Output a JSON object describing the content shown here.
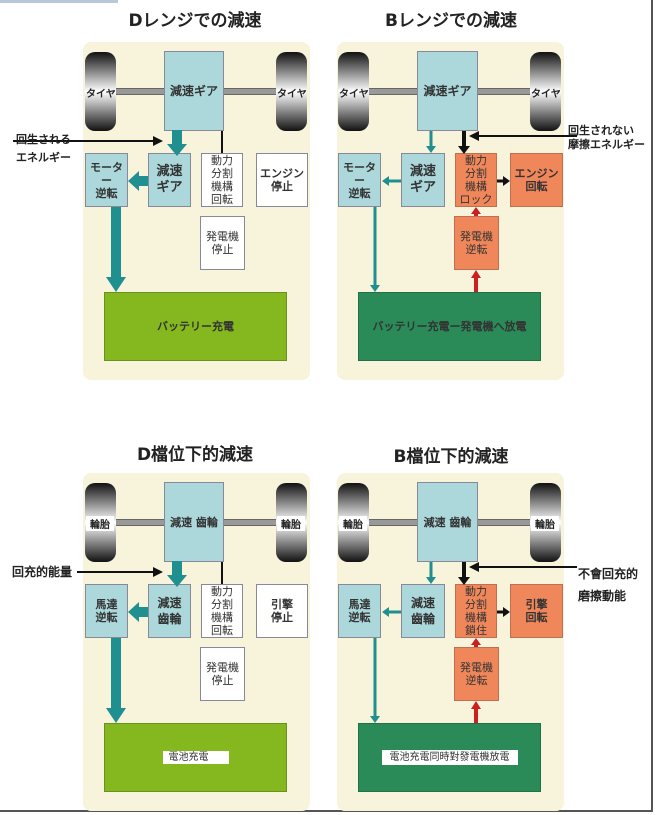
{
  "panels": [
    {
      "title": "Dレンジでの減速",
      "tire_left": "タイヤ",
      "tire_right": "タイヤ",
      "gear_main": "減速ギア",
      "motor": "モーター\n逆転",
      "gear_small": "減速\nギア",
      "power_split": "動力\n分割\n機構\n回転",
      "engine": "エンジン\n停止",
      "generator": "発電機\n停止",
      "battery": "バッテリー充電",
      "side_label": "回生される\nエネルギー"
    },
    {
      "title": "Bレンジでの減速",
      "tire_left": "タイヤ",
      "tire_right": "タイヤ",
      "gear_main": "減速ギア",
      "motor": "モーター\n逆転",
      "gear_small": "減速\nギア",
      "power_split": "動力\n分割\n機構\nロック",
      "engine": "エンジン\n回転",
      "generator": "発電機\n逆転",
      "battery": "バッテリー充電ー発電機へ放電",
      "side_label": "回生されない\n摩擦エネルギー"
    },
    {
      "title": "D檔位下的減速",
      "tire_left": "輪胎",
      "tire_right": "輪胎",
      "gear_main": "減速 齒輪",
      "motor": "馬達\n逆転",
      "gear_small": "減速\n齒輪",
      "power_split": "動力\n分割\n機構\n回転",
      "engine": "引擎\n停止",
      "generator": "発電機\n停止",
      "battery": "電池充電",
      "side_label": "回充的能量"
    },
    {
      "title": "B檔位下的減速",
      "tire_left": "輪胎",
      "tire_right": "輪胎",
      "gear_main": "減速 齒輪",
      "motor": "馬達\n逆転",
      "gear_small": "減速\n齒輪",
      "power_split": "動力\n分割\n機構\n鎖住",
      "engine": "引擎\n回転",
      "generator": "発電機\n逆転",
      "battery": "電池充電同時對發電機放電",
      "side_label": "不會回充的\n磨擦動能"
    }
  ],
  "colors": {
    "teal": "#1f8f8f",
    "red": "#cc2020",
    "lime": "#85b81e",
    "dark_green": "#2a8a58",
    "orange": "#f0875a",
    "light_blue": "#acd8dc"
  }
}
